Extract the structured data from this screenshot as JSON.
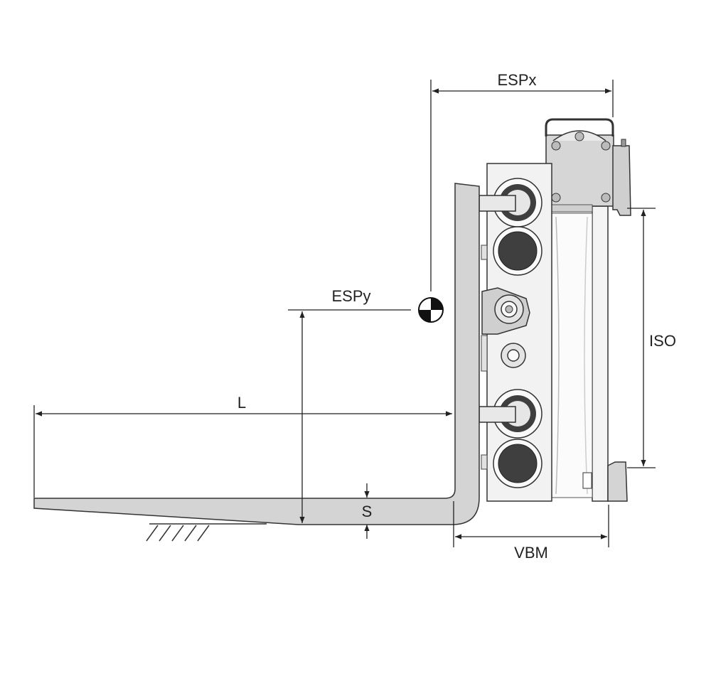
{
  "labels": {
    "espx": "ESPx",
    "espy": "ESPy",
    "iso": "ISO",
    "length": "L",
    "thickness": "S",
    "vbm": "VBM"
  },
  "icons": {
    "center_of_gravity": "center-of-gravity-icon",
    "ground": "ground-hatch-icon"
  },
  "colors": {
    "fork_fill": "#d4d4d4",
    "line": "#222222",
    "roller_dark": "#3f3f3f",
    "roller_light": "#e6e6e6",
    "carriage_fill": "#f2f2f2"
  }
}
